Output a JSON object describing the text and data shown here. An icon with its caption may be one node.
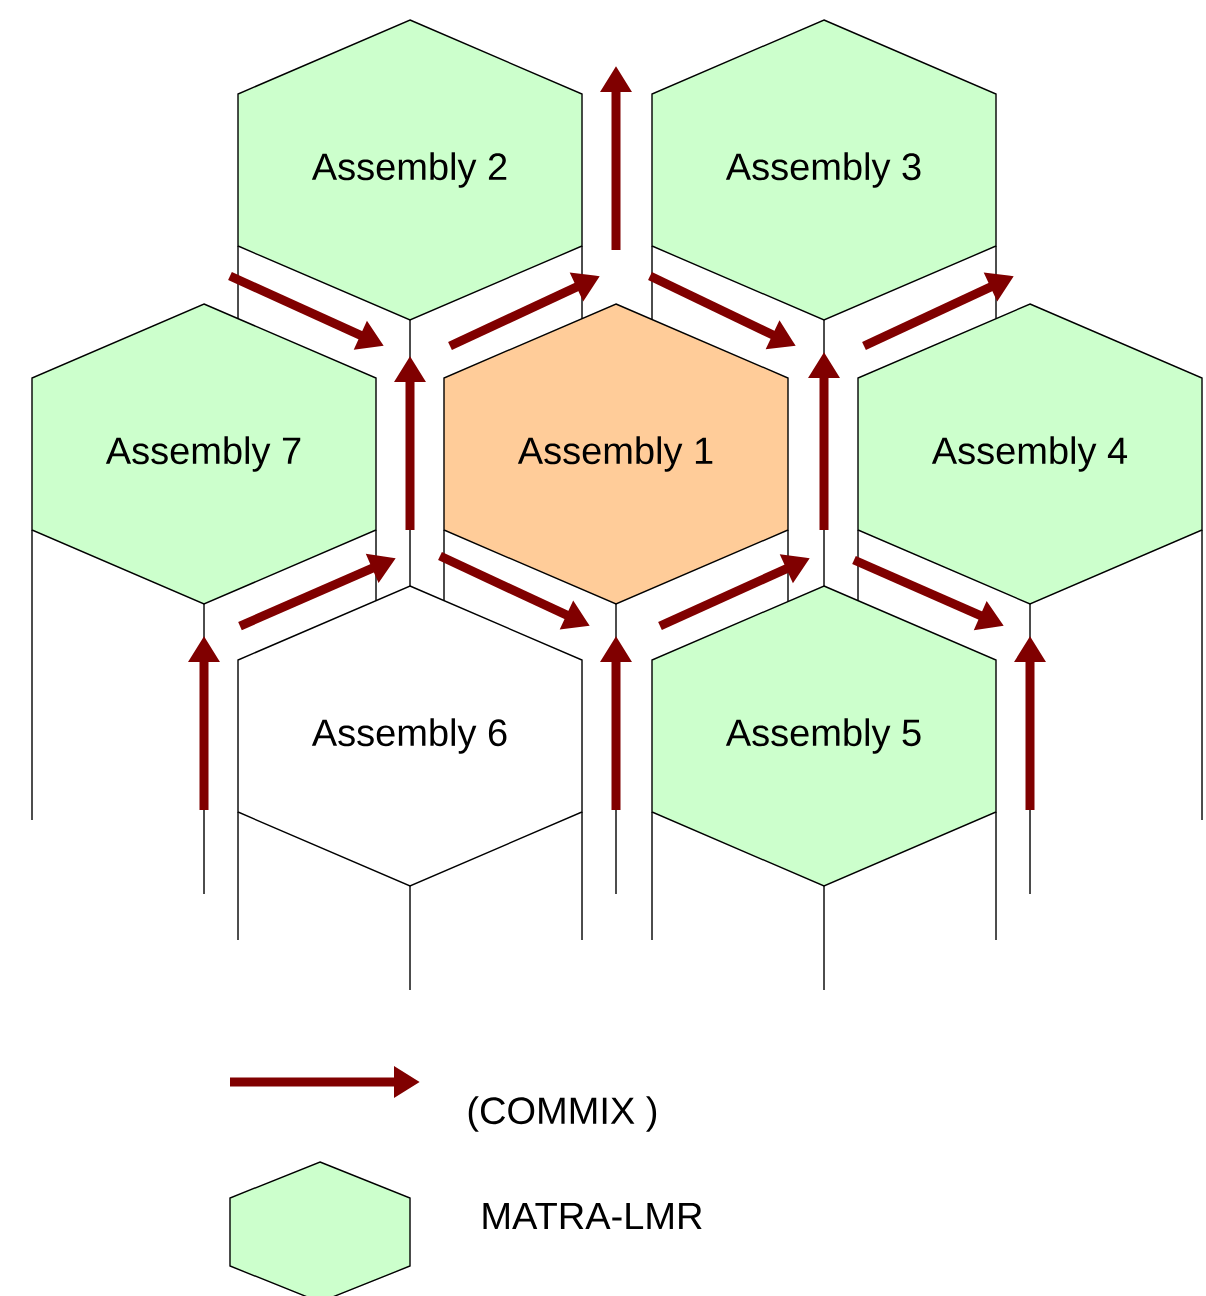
{
  "diagram": {
    "nodes": [
      {
        "text": [
          "Assembly 2"
        ]
      },
      {
        "text": [
          "Assembly 3"
        ]
      },
      {
        "text": [
          "Assembly 7"
        ]
      },
      {
        "text": [
          "Assembly 1"
        ]
      },
      {
        "text": [
          "Assembly 4"
        ]
      },
      {
        "text": [
          "Assembly 6"
        ]
      },
      {
        "text": [
          "Assembly 5"
        ]
      }
    ],
    "legend": [
      {
        "text": "(COMMIX )"
      },
      {
        "text": "MATRA-LMR",
        "color": "#ccffcc"
      }
    ]
  }
}
